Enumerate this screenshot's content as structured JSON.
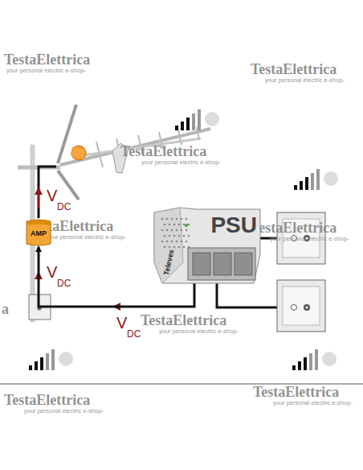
{
  "diagram": {
    "nodes": [
      {
        "text": [
          "AMP"
        ]
      },
      {
        "text": [
          "PSU",
          "Televes"
        ]
      }
    ],
    "edges": [
      {
        "from": 1,
        "to": 0,
        "arrow": "to"
      }
    ],
    "labels": [
      "TestaElettrica",
      "your personal electric e-shop-",
      "TestaElettrica",
      "your personal electric e-shop-",
      "TestaElettrica",
      "your personal electric e-shop-",
      "TestaElettrica",
      "your personal electric e-shop-",
      "TestaElettrica",
      "your personal electric e-shop-",
      "TestaElettrica",
      "your personal electric e-shop-",
      "TestaElettrica",
      "your personal electric e-shop-",
      "TestaElettrica",
      "your personal electric e-shop-",
      "a",
      "V",
      "DC",
      "V",
      "DC",
      "V",
      "DC"
    ]
  }
}
